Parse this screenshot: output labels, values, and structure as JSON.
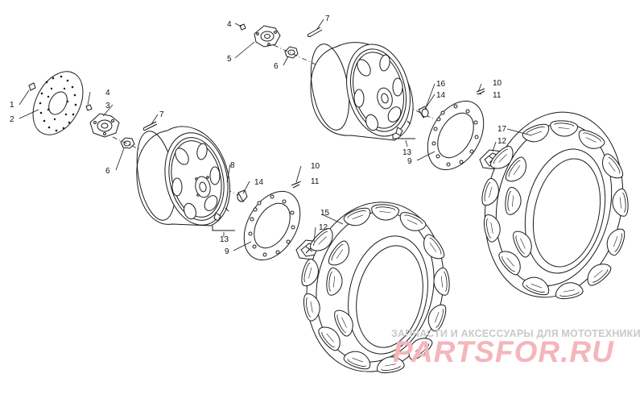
{
  "callouts": {
    "c1": "1",
    "c2": "2",
    "c3": "3",
    "c4a": "4",
    "c4b": "4",
    "c5": "5",
    "c6a": "6",
    "c6b": "6",
    "c7a": "7",
    "c7b": "7",
    "c8": "8",
    "c9a": "9",
    "c9b": "9",
    "c10a": "10",
    "c10b": "10",
    "c11a": "11",
    "c11b": "11",
    "c12a": "12",
    "c12b": "12",
    "c13a": "13",
    "c13b": "13",
    "c14a": "14",
    "c14b": "14",
    "c15": "15",
    "c16": "16",
    "c17": "17"
  },
  "watermark": {
    "tagline": "ЗАПЧАСТИ И АКСЕССУАРЫ ДЛЯ МОТОТЕХНИКИ",
    "logo": "PARTSFOR.RU"
  },
  "colors": {
    "line": "#1a1a1a",
    "watermark_logo": "#f4b5bb",
    "watermark_text": "#c9c9c9"
  }
}
